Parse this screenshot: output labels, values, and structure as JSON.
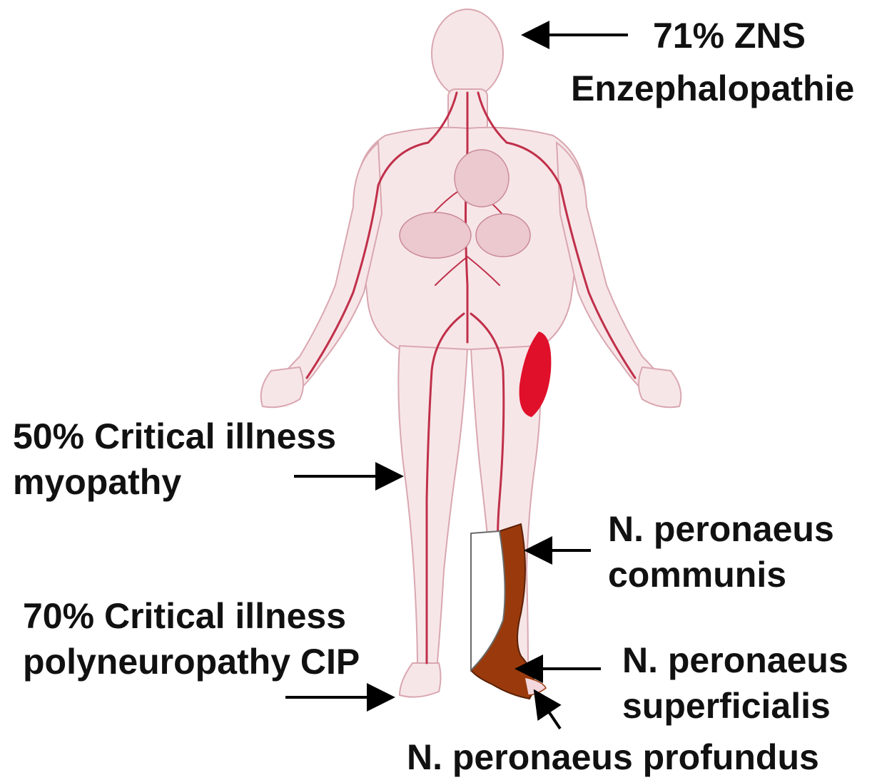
{
  "labels": {
    "zns": {
      "line1": "71% ZNS",
      "line2": "Enzephalopathie"
    },
    "myopathy": {
      "line1": "50% Critical illness",
      "line2": "myopathy"
    },
    "polyneuropathy": {
      "line1": "70% Critical illness",
      "line2": "polyneuropathy CIP"
    },
    "communis": {
      "line1": "N. peronaeus",
      "line2": "communis"
    },
    "superficialis": {
      "line1": "N. peronaeus",
      "line2": "superficialis"
    },
    "profundus": {
      "line1": "N. peronaeus profundus"
    }
  },
  "colors": {
    "skin": "#f7e6e8",
    "vessel": "#c0304a",
    "muscle_highlight": "#e0102a",
    "nerve_fill": "#9a3a0c",
    "arrow": "#000000",
    "text": "#111111"
  }
}
